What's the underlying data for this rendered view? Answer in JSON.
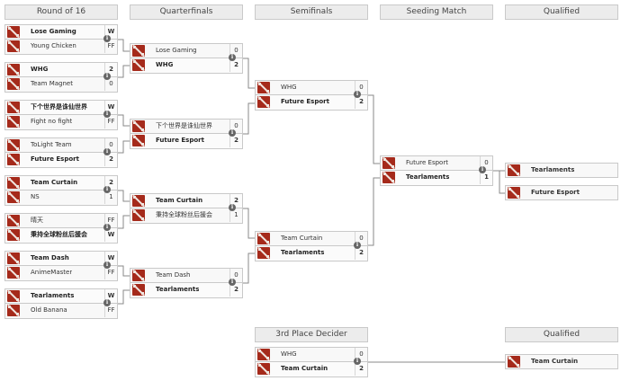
{
  "headers": {
    "round16": "Round of 16",
    "quarterfinals": "Quarterfinals",
    "semifinals": "Semifinals",
    "seeding": "Seeding Match",
    "qualified": "Qualified",
    "third_place": "3rd Place Decider",
    "qualified2": "Qualified"
  },
  "round16": [
    {
      "t1": {
        "name": "Lose Gaming",
        "score": "W",
        "win": true
      },
      "t2": {
        "name": "Young Chicken",
        "score": "FF",
        "win": false
      }
    },
    {
      "t1": {
        "name": "WHG",
        "score": "2",
        "win": true
      },
      "t2": {
        "name": "Team Magnet",
        "score": "0",
        "win": false
      }
    },
    {
      "t1": {
        "name": "下个世界是诛仙世界",
        "score": "W",
        "win": true
      },
      "t2": {
        "name": "Fight no fight",
        "score": "FF",
        "win": false
      }
    },
    {
      "t1": {
        "name": "ToLight Team",
        "score": "0",
        "win": false
      },
      "t2": {
        "name": "Future Esport",
        "score": "2",
        "win": true
      }
    },
    {
      "t1": {
        "name": "Team Curtain",
        "score": "2",
        "win": true
      },
      "t2": {
        "name": "NS",
        "score": "1",
        "win": false
      }
    },
    {
      "t1": {
        "name": "晴天",
        "score": "FF",
        "win": false
      },
      "t2": {
        "name": "秉持全球粉丝后援会",
        "score": "W",
        "win": true
      }
    },
    {
      "t1": {
        "name": "Team Dash",
        "score": "W",
        "win": true
      },
      "t2": {
        "name": "AnimeMaster",
        "score": "FF",
        "win": false
      }
    },
    {
      "t1": {
        "name": "Tearlaments",
        "score": "W",
        "win": true
      },
      "t2": {
        "name": "Old Banana",
        "score": "FF",
        "win": false
      }
    }
  ],
  "quarterfinals": [
    {
      "t1": {
        "name": "Lose Gaming",
        "score": "0",
        "win": false
      },
      "t2": {
        "name": "WHG",
        "score": "2",
        "win": true
      }
    },
    {
      "t1": {
        "name": "下个世界是诛仙世界",
        "score": "0",
        "win": false
      },
      "t2": {
        "name": "Future Esport",
        "score": "2",
        "win": true
      }
    },
    {
      "t1": {
        "name": "Team Curtain",
        "score": "2",
        "win": true
      },
      "t2": {
        "name": "秉持全球粉丝后援会",
        "score": "1",
        "win": false
      }
    },
    {
      "t1": {
        "name": "Team Dash",
        "score": "0",
        "win": false
      },
      "t2": {
        "name": "Tearlaments",
        "score": "2",
        "win": true
      }
    }
  ],
  "semifinals": [
    {
      "t1": {
        "name": "WHG",
        "score": "0",
        "win": false
      },
      "t2": {
        "name": "Future Esport",
        "score": "2",
        "win": true
      }
    },
    {
      "t1": {
        "name": "Team Curtain",
        "score": "0",
        "win": false
      },
      "t2": {
        "name": "Tearlaments",
        "score": "2",
        "win": true
      }
    }
  ],
  "seeding": [
    {
      "t1": {
        "name": "Future Esport",
        "score": "0",
        "win": false
      },
      "t2": {
        "name": "Tearlaments",
        "score": "1",
        "win": true
      }
    }
  ],
  "qualified": [
    "Tearlaments",
    "Future Esport"
  ],
  "third_place": [
    {
      "t1": {
        "name": "WHG",
        "score": "0",
        "win": false
      },
      "t2": {
        "name": "Team Curtain",
        "score": "2",
        "win": true
      }
    }
  ],
  "qualified2": [
    "Team Curtain"
  ],
  "info_glyph": "i"
}
